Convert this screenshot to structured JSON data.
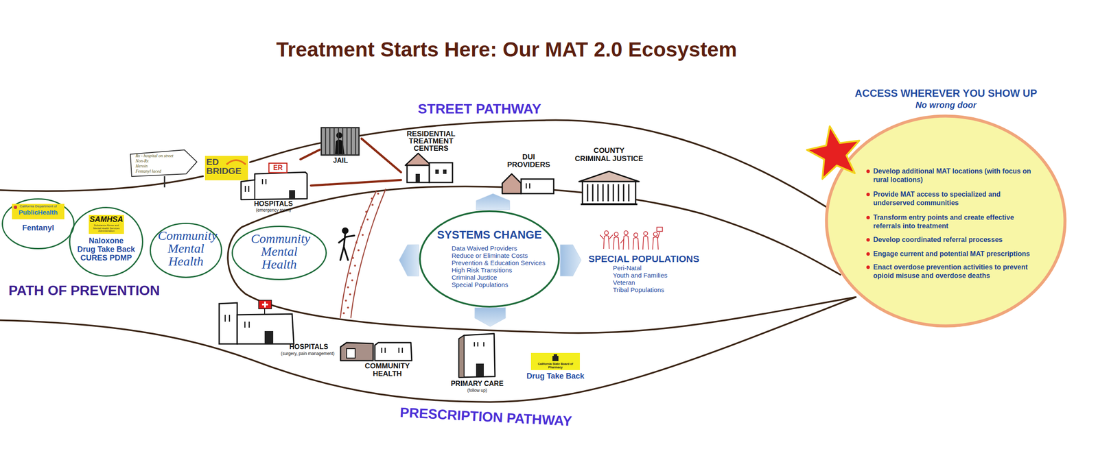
{
  "diagram": {
    "title": "Treatment Starts Here: Our MAT 2.0 Ecosystem",
    "nodes": [
      {
        "text": [
          "California Department of",
          "PublicHealth",
          "Fentanyl"
        ]
      },
      {
        "text": [
          "SAMHSA",
          "Substance Abuse and Mental Health Services Administration",
          "Naloxone",
          "Drug Take Back",
          "CURES PDMP"
        ]
      },
      {
        "text": [
          "Community Mental Health"
        ]
      },
      {
        "text": [
          "Rx - hospital on street",
          "Non-Rx",
          "Heroin",
          "Fentanyl laced"
        ]
      },
      {
        "text": [
          "ED BRIDGE"
        ]
      },
      {
        "text": [
          "HOSPITALS",
          "(emergency room)"
        ]
      },
      {
        "text": [
          "ER"
        ],
        "in": 5
      },
      {
        "text": [
          "JAIL"
        ]
      },
      {
        "text": [
          "RESIDENTIAL TREATMENT CENTERS"
        ]
      },
      {
        "text": [
          "Community Mental Health"
        ]
      },
      {
        "text": [
          "DUI PROVIDERS"
        ]
      },
      {
        "text": [
          "COUNTY",
          "CRIMINAL JUSTICE"
        ]
      },
      {
        "text": [
          "SYSTEMS CHANGE",
          "Data Waived Providers",
          "Reduce or Eliminate Costs",
          "Prevention & Education Services",
          "High Risk Transitions",
          "Criminal Justice",
          "Special Populations"
        ]
      },
      {
        "text": [
          "HOSPITALS",
          "(surgery, pain management)"
        ]
      },
      {
        "text": [
          "COMMUNITY HEALTH"
        ]
      },
      {
        "text": [
          "PRIMARY CARE",
          "(follow up)"
        ]
      },
      {
        "text": [
          "California State Board of Pharmacy",
          "Drug Take Back"
        ]
      },
      {
        "text": [
          "ACCESS WHEREVER YOU SHOW UP",
          "No wrong door",
          "Develop additional MAT locations (with focus on rural locations)",
          "Provide MAT access to specialized and underserved communities",
          "Transform entry points and create effective referrals into treatment",
          "Develop coordinated referral processes",
          "Engage current and potential MAT prescriptions",
          "Enact overdose prevention activities to prevent opioid misuse and overdose deaths"
        ]
      }
    ],
    "edges": [
      {
        "from": 5,
        "to": 7,
        "arrow": "none"
      },
      {
        "from": 7,
        "to": 8,
        "arrow": "none"
      },
      {
        "from": 5,
        "to": 8,
        "arrow": "none"
      }
    ],
    "labels": [
      "STREET PATHWAY",
      "PATH OF PREVENTION",
      "PRESCRIPTION PATHWAY",
      "SPECIAL POPULATIONS",
      "Peri-Natal",
      "Youth and Families",
      "Veteran",
      "Tribal Populations"
    ]
  }
}
